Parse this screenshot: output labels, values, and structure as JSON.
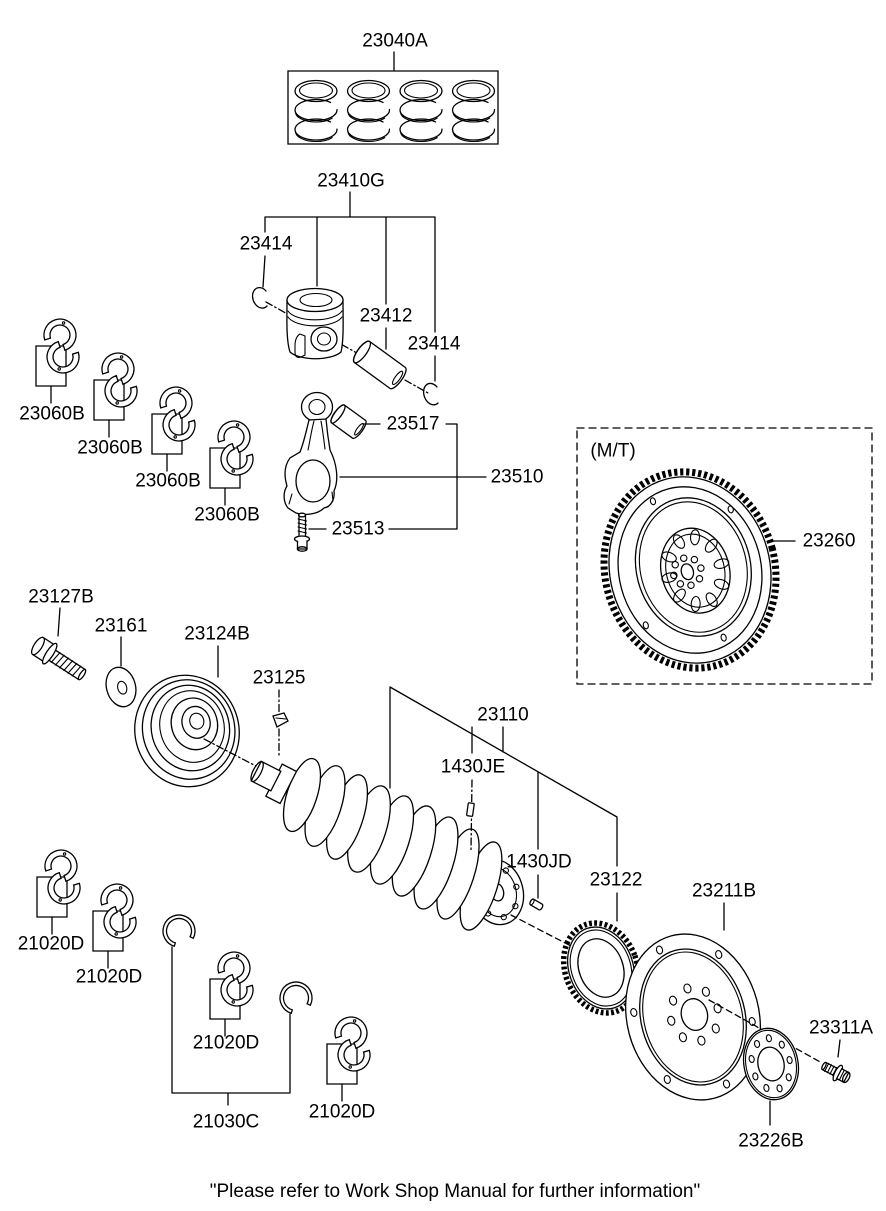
{
  "colors": {
    "ink": "#000000",
    "background": "#ffffff"
  },
  "labels": {
    "l23040A": "23040A",
    "l23410G": "23410G",
    "l23414": "23414",
    "l23412": "23412",
    "l23517": "23517",
    "l23510": "23510",
    "l23513": "23513",
    "l23060B": "23060B",
    "lMT": "(M/T)",
    "l23260": "23260",
    "l23127B": "23127B",
    "l23161": "23161",
    "l23124B": "23124B",
    "l23125": "23125",
    "l23110": "23110",
    "l1430JE": "1430JE",
    "l1430JD": "1430JD",
    "l23122": "23122",
    "l23211B": "23211B",
    "l23311A": "23311A",
    "l23226B": "23226B",
    "l21020D": "21020D",
    "l21030C": "21030C"
  },
  "footer": {
    "note": "\"Please refer to Work Shop Manual for further information\""
  }
}
